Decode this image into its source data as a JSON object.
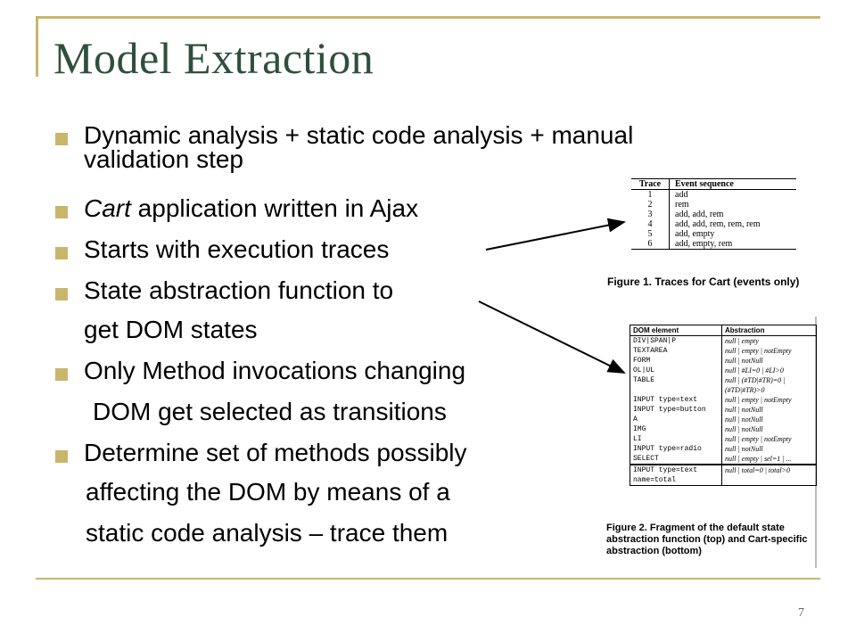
{
  "slide": {
    "title": "Model Extraction",
    "page_number": "7"
  },
  "bullets": [
    {
      "lines": [
        "Dynamic analysis + static code analysis + manual",
        "validation step"
      ]
    },
    {
      "lines_rich": [
        {
          "italic": "Cart",
          "rest": " application written in Ajax"
        }
      ]
    },
    {
      "lines": [
        "Starts with execution traces"
      ]
    },
    {
      "lines": [
        "State abstraction function to",
        "get DOM states"
      ]
    },
    {
      "lines": [
        "Only Method invocations changing",
        "DOM get selected as transitions"
      ]
    },
    {
      "lines": [
        "Determine set of methods possibly",
        "affecting the DOM by means of a",
        "static code analysis – trace them"
      ]
    }
  ],
  "figure1": {
    "headers": [
      "Trace",
      "Event sequence"
    ],
    "rows": [
      [
        "1",
        "add"
      ],
      [
        "2",
        "rem"
      ],
      [
        "3",
        "add, add, rem"
      ],
      [
        "4",
        "add, add, rem, rem, rem"
      ],
      [
        "5",
        "add, empty"
      ],
      [
        "6",
        "add, empty, rem"
      ]
    ],
    "caption": "Figure 1. Traces for Cart (events only)"
  },
  "figure2": {
    "headers": [
      "DOM element",
      "Abstraction"
    ],
    "rows": [
      [
        "DIV|SPAN|P",
        "null | empty"
      ],
      [
        "TEXTAREA",
        "null | empty | notEmpty"
      ],
      [
        "FORM",
        "null | notNull"
      ],
      [
        "OL|UL",
        "null | #LI=0 | #LI>0"
      ],
      [
        "TABLE",
        "null | (#TD|#TR)=0 |"
      ],
      [
        "",
        "(#TD|#TR)>0"
      ],
      [
        "INPUT type=text",
        "null | empty | notEmpty"
      ],
      [
        "INPUT type=button",
        "null | notNull"
      ],
      [
        "A",
        "null | notNull"
      ],
      [
        "IMG",
        "null | notNull"
      ],
      [
        "LI",
        "null | empty | notEmpty"
      ],
      [
        "INPUT type=radio",
        "null | notNull"
      ],
      [
        "SELECT",
        "null | empty | sel=1 | ..."
      ]
    ],
    "extra_rows": [
      [
        "INPUT type=text",
        "null | total=0 | total>0"
      ],
      [
        "name=total",
        ""
      ]
    ],
    "caption": "Figure 2. Fragment of the default state abstraction function (top) and Cart-specific abstraction (bottom)"
  },
  "colors": {
    "accent": "#c9b66a",
    "title": "#2f4f3c"
  }
}
